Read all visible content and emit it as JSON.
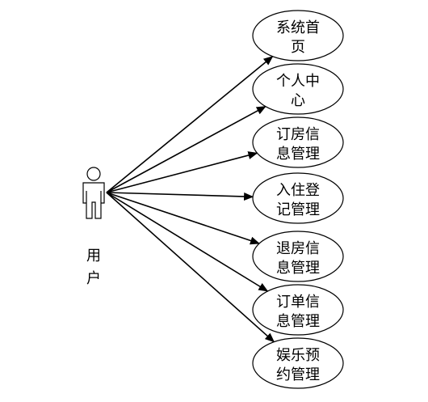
{
  "actor": {
    "label_lines": [
      "用",
      "户"
    ]
  },
  "use_cases": [
    {
      "id": "home",
      "lines": [
        "系统首",
        "页"
      ]
    },
    {
      "id": "profile",
      "lines": [
        "个人中",
        "心"
      ]
    },
    {
      "id": "booking-info",
      "lines": [
        "订房信",
        "息管理"
      ]
    },
    {
      "id": "checkin",
      "lines": [
        "入住登",
        "记管理"
      ]
    },
    {
      "id": "checkout-info",
      "lines": [
        "退房信",
        "息管理"
      ]
    },
    {
      "id": "order-info",
      "lines": [
        "订单信",
        "息管理"
      ]
    },
    {
      "id": "entertainment",
      "lines": [
        "娱乐预",
        "约管理"
      ]
    }
  ]
}
